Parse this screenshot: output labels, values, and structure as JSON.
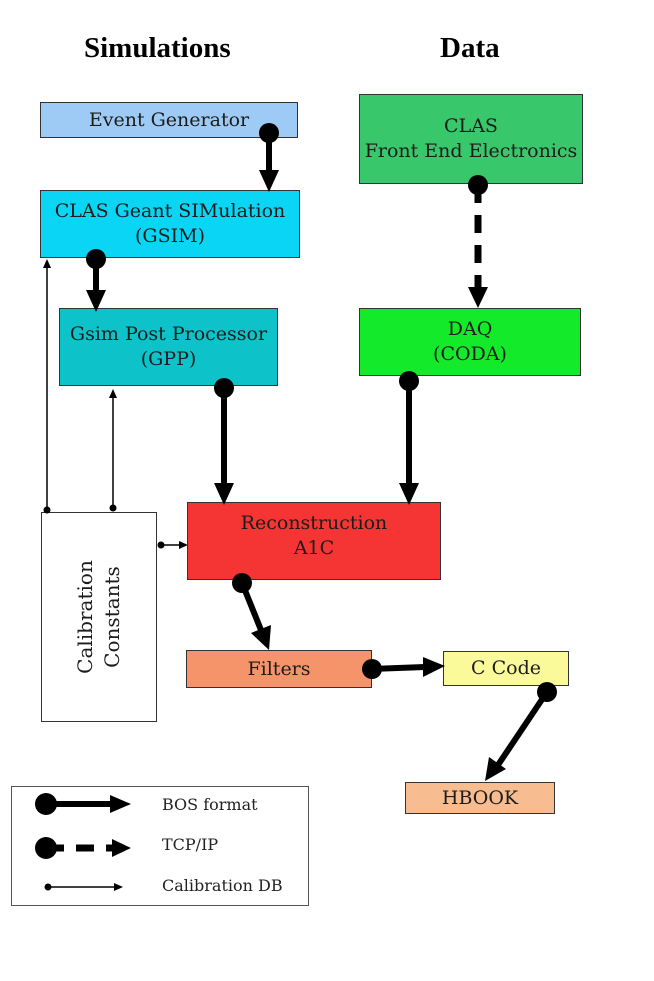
{
  "headings": {
    "simulations": "Simulations",
    "data": "Data"
  },
  "nodes": {
    "event_generator": {
      "lines": [
        "Event Generator"
      ],
      "color": "#9ecbf5"
    },
    "gsim": {
      "lines": [
        "CLAS Geant SIMulation",
        "(GSIM)"
      ],
      "color": "#0ad5f5"
    },
    "gpp": {
      "lines": [
        "Gsim Post Processor",
        "(GPP)"
      ],
      "color": "#0dc2c8"
    },
    "clas_fee": {
      "lines": [
        "CLAS",
        "Front End Electronics"
      ],
      "color": "#38c76b"
    },
    "daq": {
      "lines": [
        "DAQ",
        "(CODA)"
      ],
      "color": "#12ea2a"
    },
    "reconstruction": {
      "lines": [
        "Reconstruction",
        "A1C"
      ],
      "color": "#f53434"
    },
    "filters": {
      "lines": [
        "Filters"
      ],
      "color": "#f5946a"
    },
    "c_code": {
      "lines": [
        "C Code"
      ],
      "color": "#fafa9a"
    },
    "hbook": {
      "lines": [
        "HBOOK"
      ],
      "color": "#f7bd90"
    },
    "calibration": {
      "lines": [
        "Calibration",
        "Constants"
      ],
      "color": "#ffffff"
    }
  },
  "legend": {
    "bos": "BOS format",
    "tcpip": "TCP/IP",
    "calib_db": "Calibration DB"
  }
}
